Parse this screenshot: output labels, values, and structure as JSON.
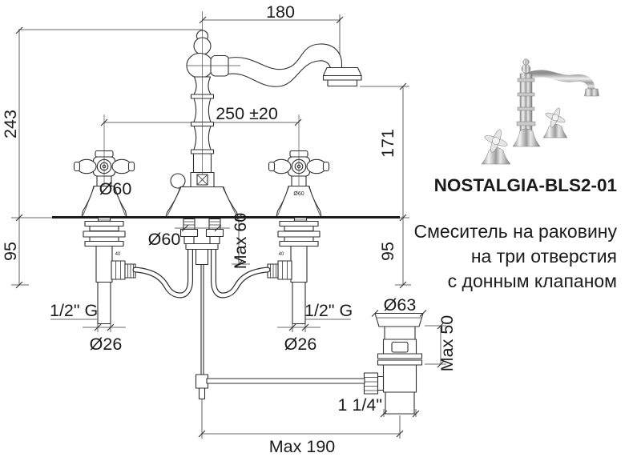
{
  "title": {
    "code": "NOSTALGIA-BLS2-01"
  },
  "description": {
    "line1": "Смеситель на раковину",
    "line2": "на три отверстия",
    "line3": "с донным клапаном"
  },
  "dimensions": {
    "spout_reach": "180",
    "total_height": "243",
    "hole_spacing": "250 ±20",
    "spout_height": "171",
    "handle_base_dia": "Ø60",
    "handle_base_dia_small": "Ø60",
    "body_dia": "Ø60",
    "max_deck_thickness": "Max 60",
    "under_deck_left": "95",
    "under_deck_right": "95",
    "thread_left": "1/2\" G",
    "thread_right": "1/2\" G",
    "tail_dia_left": "Ø26",
    "tail_dia_right": "Ø26",
    "valve_offset_left": "40",
    "valve_offset_right": "40",
    "drain_flange_dia": "Ø63",
    "drain_max_thickness": "Max 50",
    "drain_thread": "1 1/4\"",
    "rod_span": "Max 190"
  },
  "colors": {
    "line": "#2f2f2f",
    "text": "#1b1b1b",
    "background": "#ffffff"
  }
}
